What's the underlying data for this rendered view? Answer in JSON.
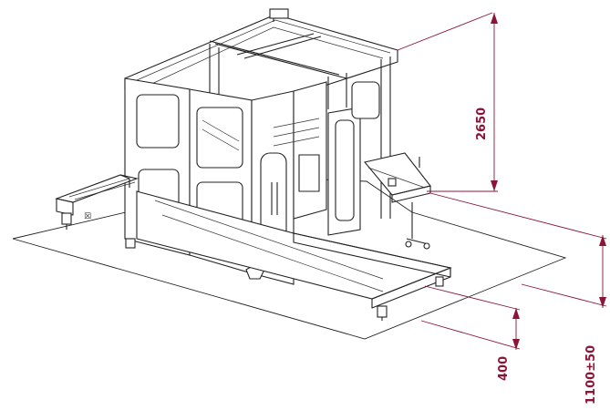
{
  "dimensions": {
    "total_height": "2650",
    "conveyor_height": "400",
    "outfeed_height": "1100±50"
  },
  "colors": {
    "dimension": "#8b1538",
    "line": "#222222",
    "background": "#ffffff"
  }
}
